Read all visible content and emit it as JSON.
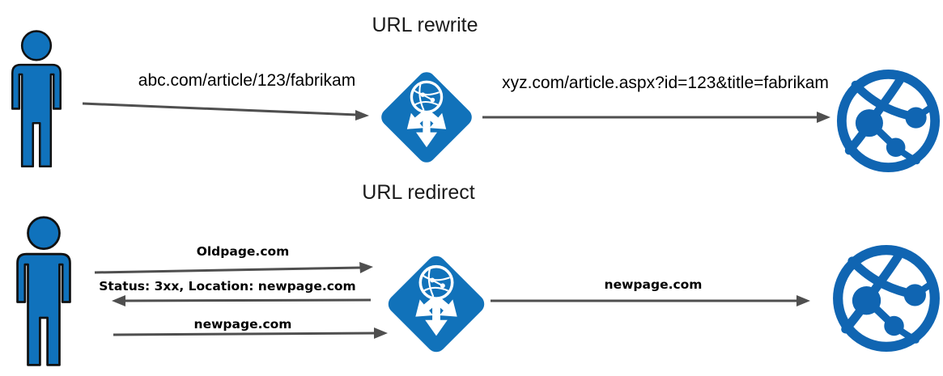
{
  "colors": {
    "azure_blue": "#1072BC",
    "gateway_blue": "#1172BA",
    "webapp_blue": "#1065B2",
    "arrow_gray": "#4f4f4f",
    "text_black": "#1a1a1a"
  },
  "rewrite": {
    "title": "URL rewrite",
    "request_url": "abc.com/article/123/fabrikam",
    "rewritten_url": "xyz.com/article.aspx?id=123&title=fabrikam",
    "client_icon": "person-icon",
    "middle_icon": "application-gateway-icon",
    "server_icon": "web-app-icon"
  },
  "redirect": {
    "title": "URL redirect",
    "request_url": "Oldpage.com",
    "redirect_response": "Status: 3xx, Location: newpage.com",
    "new_request_url": "newpage.com",
    "forwarded_url": "newpage.com",
    "client_icon": "person-icon",
    "middle_icon": "application-gateway-icon",
    "server_icon": "web-app-icon"
  }
}
